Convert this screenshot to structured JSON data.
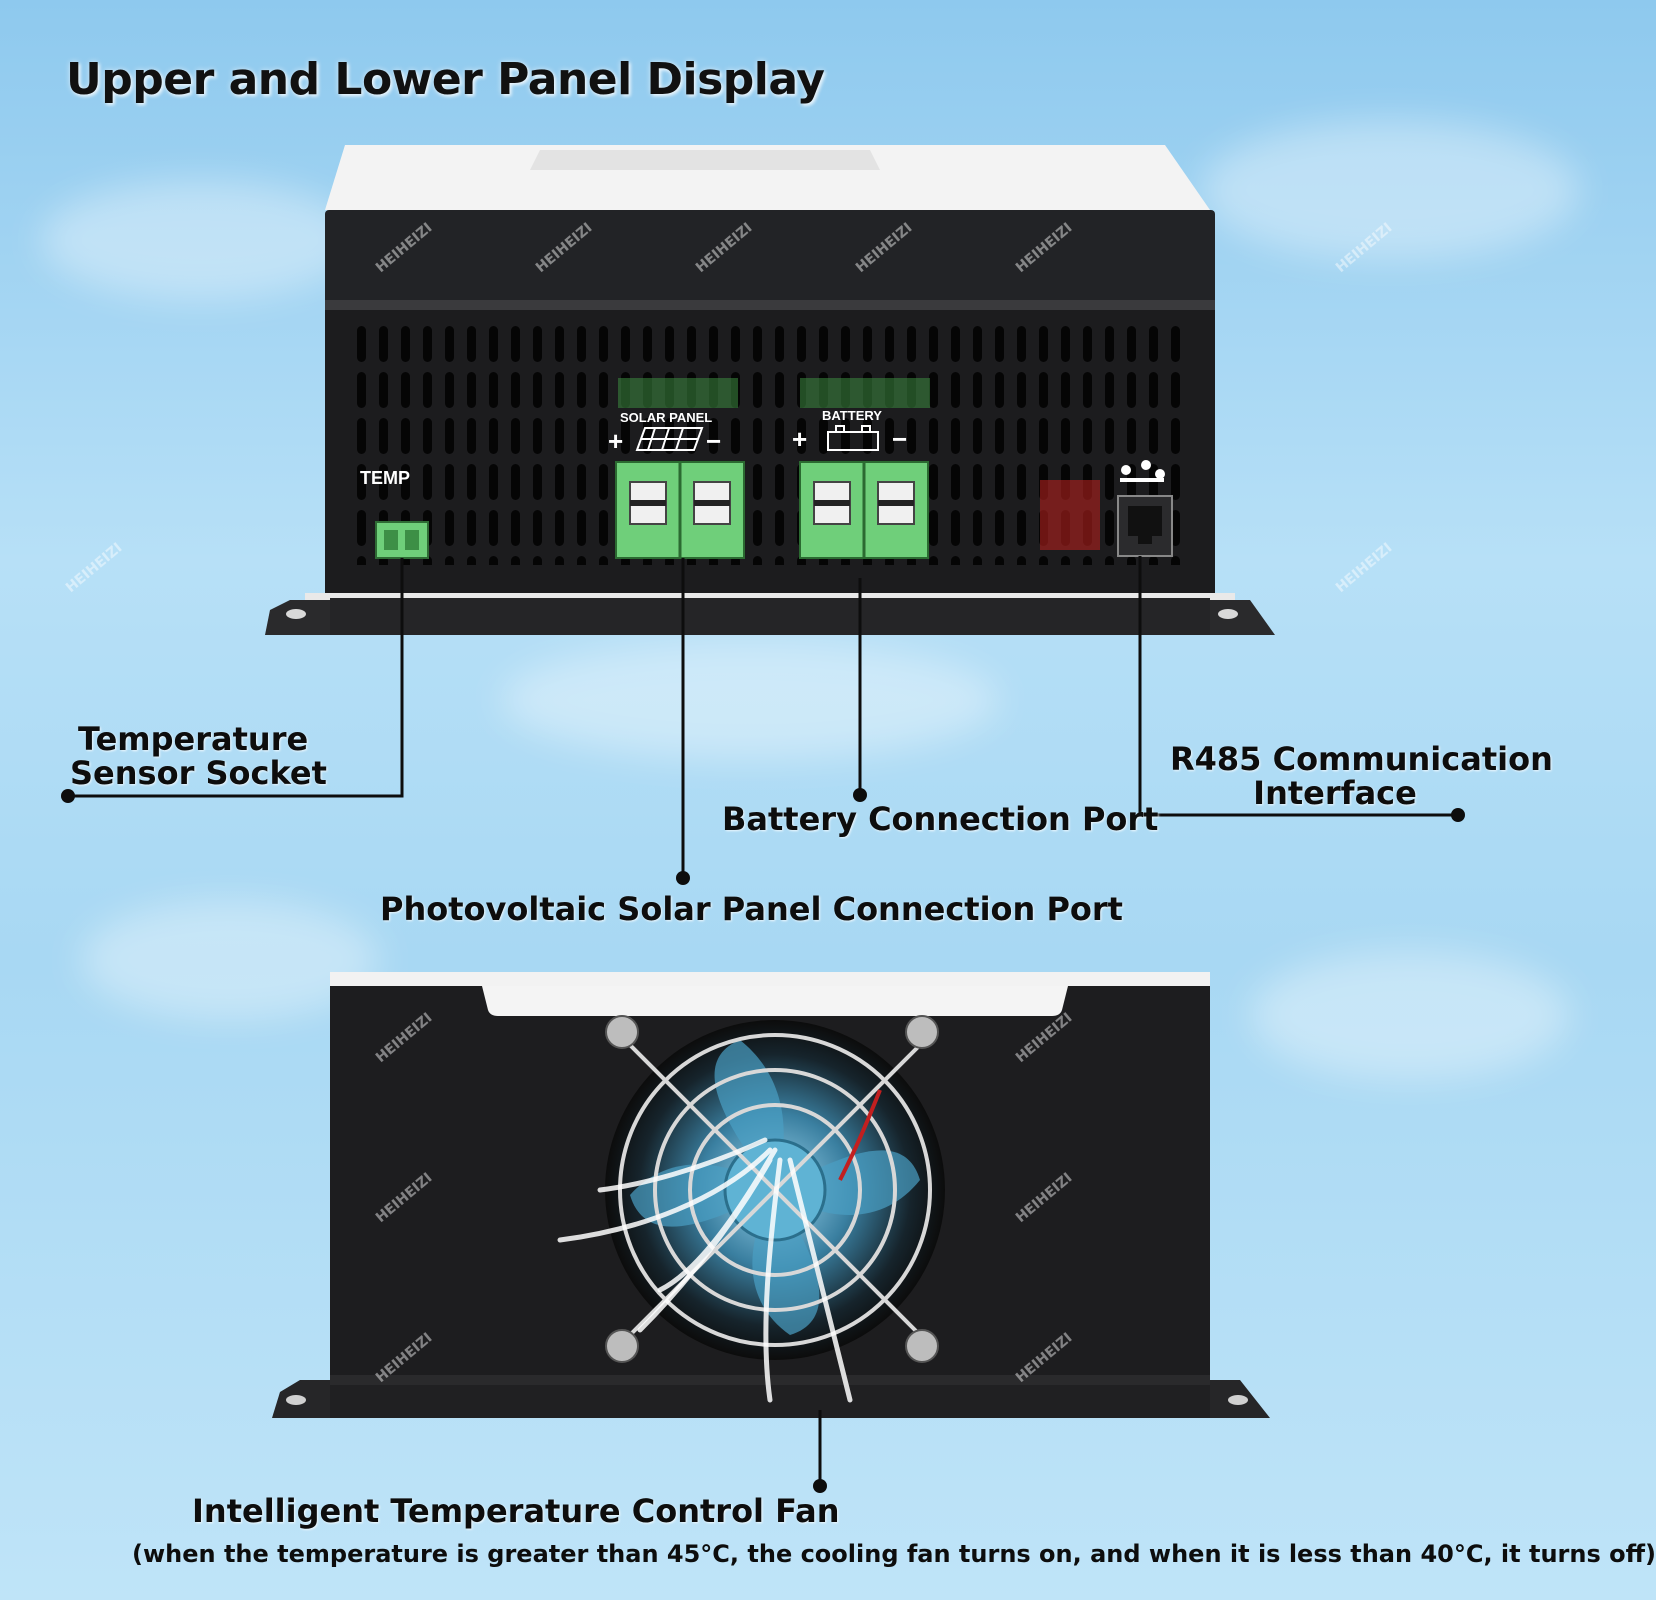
{
  "title": "Upper and Lower Panel Display",
  "watermark": "HEIHEIZI",
  "device": {
    "temp_label": "TEMP",
    "solar_label": "SOLAR PANEL",
    "battery_label": "BATTERY",
    "plus": "+",
    "minus": "−"
  },
  "callouts": {
    "temp_sensor_line1": "Temperature",
    "temp_sensor_line2": "Sensor Socket",
    "solar_port": "Photovoltaic Solar Panel Connection Port",
    "battery_port": "Battery Connection Port",
    "rs485_line1": "R485 Communication",
    "rs485_line2": "Interface",
    "fan": "Intelligent Temperature Control Fan",
    "fan_note": "(when the temperature is greater than 45°C, the cooling fan turns on, and when it is less than 40°C, it turns off)"
  },
  "colors": {
    "terminal_green": "#6fcf7a",
    "device_body": "#1c1c1e",
    "device_cover": "#f2f2f2",
    "sky": "#a8d8f3"
  }
}
